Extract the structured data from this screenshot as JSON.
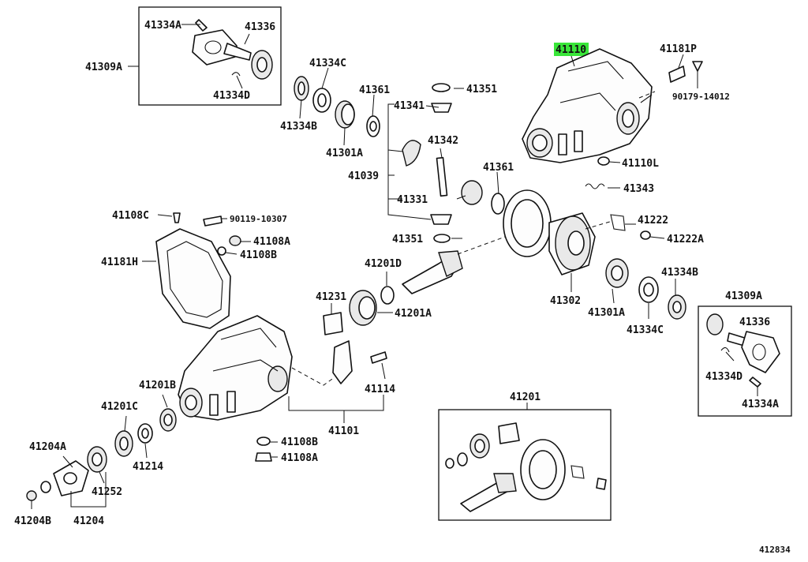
{
  "highlight_color": "#39e639",
  "callouts": {
    "c41334A_top": "41334A",
    "c41336_top": "41336",
    "c41309A_left": "41309A",
    "c41334D_top": "41334D",
    "c41334C_top": "41334C",
    "c41361_top": "41361",
    "c41351_top": "41351",
    "c41341": "41341",
    "c41334B_top": "41334B",
    "c41301A_top": "41301A",
    "c41342": "41342",
    "c41039": "41039",
    "c41331": "41331",
    "c41361_mid": "41361",
    "c41343": "41343",
    "c41351_mid": "41351",
    "c41110": "41110",
    "c41181P": "41181P",
    "c90179": "90179-14012",
    "c41110L": "41110L",
    "c41108C": "41108C",
    "c90119": "90119-10307",
    "c41108A_top": "41108A",
    "c41108B_top": "41108B",
    "c41181H": "41181H",
    "c41222": "41222",
    "c41222A": "41222A",
    "c41201D": "41201D",
    "c41231": "41231",
    "c41201A": "41201A",
    "c41302": "41302",
    "c41301A_right": "41301A",
    "c41334C_right": "41334C",
    "c41334B_right": "41334B",
    "c41309A_right": "41309A",
    "c41336_right": "41336",
    "c41334D_right": "41334D",
    "c41334A_right": "41334A",
    "c41114": "41114",
    "c41201B": "41201B",
    "c41201C": "41201C",
    "c41214": "41214",
    "c41204A": "41204A",
    "c41252": "41252",
    "c41204B": "41204B",
    "c41204": "41204",
    "c41101": "41101",
    "c41108B_bot": "41108B",
    "c41108A_bot": "41108A",
    "c41201_box": "41201"
  },
  "diagram_id": "412834"
}
